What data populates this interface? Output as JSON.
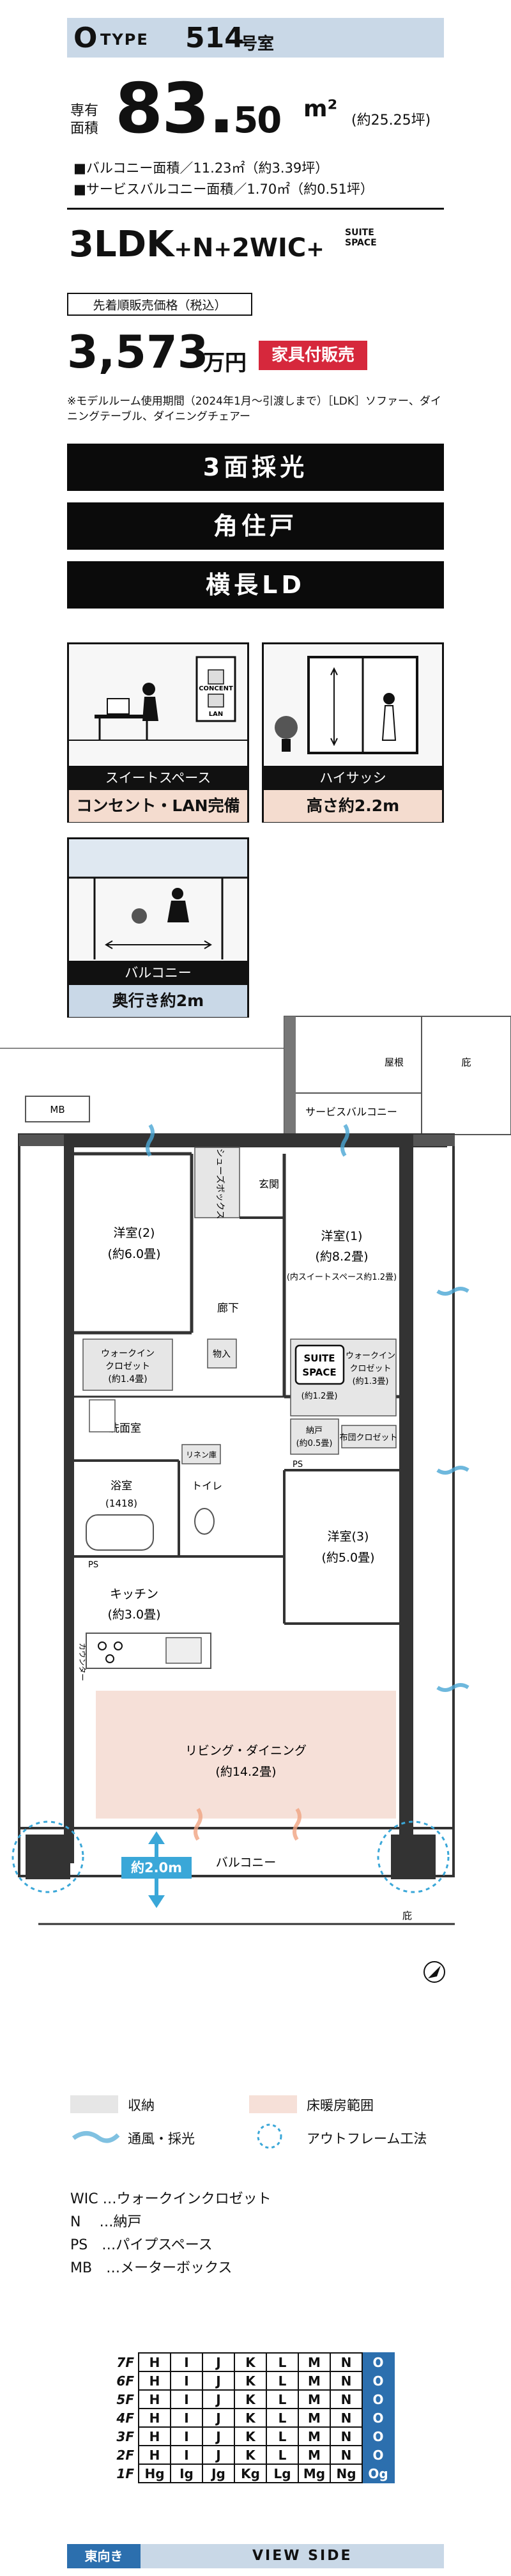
{
  "header": {
    "type_letter": "O",
    "type_label": "TYPE",
    "room_no": "514",
    "room_suffix": "号室"
  },
  "area": {
    "label": "専有面積",
    "value_int": "83.",
    "value_dec": "50",
    "unit": "m²",
    "tsubo": "(約25.25坪)"
  },
  "specs": [
    "■バルコニー面積／11.23㎡（約3.39坪）",
    "■サービスバルコニー面積／1.70㎡（約0.51坪）"
  ],
  "layout": {
    "main": "3LDK",
    "plus1": "+",
    "n": "N",
    "plus2": "+",
    "wic": "2WIC",
    "plus3": "+",
    "suite": "SUITE SPACE"
  },
  "price": {
    "label": "先着順販売価格（税込）",
    "value": "3,573",
    "unit": "万円",
    "badge": "家具付販売",
    "note": "※モデルルーム使用期間（2024年1月〜引渡しまで）［LDK］ソファー、ダイニングテーブル、ダイニングチェアー"
  },
  "features": [
    "3面採光",
    "角住戸",
    "横長LD"
  ],
  "cards": [
    {
      "tag": "スイートスペース",
      "sub": "コンセント・LAN完備",
      "inner1": "CONCENT",
      "inner2": "LAN"
    },
    {
      "tag": "ハイサッシ",
      "sub": "高さ約2.2m"
    },
    {
      "tag": "バルコニー",
      "sub": "奥行き約2m"
    }
  ],
  "plan": {
    "mb": "MB",
    "roof": "屋根",
    "hisashi": "庇",
    "service_balcony": "サービスバルコニー",
    "shoes": "シューズボックス",
    "entrance": "玄関",
    "west_room": "洋室(2)",
    "west_room_size": "(約6.0畳)",
    "room1": "洋室(1)",
    "room1_size": "(約8.2畳)",
    "room1_note": "(内スイートスペース約1.2畳)",
    "hall": "廊下",
    "wic1": "ウォークイン",
    "wic1b": "クロゼット",
    "wic1_size": "(約1.4畳)",
    "storage": "物入",
    "suite1": "SUITE",
    "suite2": "SPACE",
    "suite_size": "(約1.2畳)",
    "wic2": "ウォークイン",
    "wic2b": "クロゼット",
    "wic2_size": "(約1.3畳)",
    "nando": "納戸",
    "nando_size": "(約0.5畳)",
    "futon": "布団クロゼット",
    "ps1": "PS",
    "wash": "洗面室",
    "linen": "リネン庫",
    "bath": "浴室",
    "bath_size": "(1418)",
    "toilet": "トイレ",
    "room3": "洋室(3)",
    "room3_size": "(約5.0畳)",
    "ps2": "PS",
    "counter": "カウンター",
    "kitchen": "キッチン",
    "kitchen_size": "(約3.0畳)",
    "living": "リビング・ダイニング",
    "living_size": "(約14.2畳)",
    "balcony": "バルコニー",
    "depth": "約2.0m",
    "hisashi2": "庇"
  },
  "legend": {
    "storage": "収納",
    "floorheat": "床暖房範囲",
    "wind": "通風・採光",
    "outframe": "アウトフレーム工法"
  },
  "abbr": [
    "WIC …ウォークインクロゼット",
    "N　 …納戸",
    "PS　…パイプスペース",
    "MB　…メーターボックス"
  ],
  "view": {
    "floors": [
      "7F",
      "6F",
      "5F",
      "4F",
      "3F",
      "2F",
      "1F"
    ],
    "upper": [
      "H",
      "I",
      "J",
      "K",
      "L",
      "M",
      "N",
      "O"
    ],
    "ground": [
      "Hg",
      "Ig",
      "Jg",
      "Kg",
      "Lg",
      "Mg",
      "Ng",
      "Og"
    ],
    "highlight_col": 7,
    "east": "東向き",
    "label": "VIEW SIDE"
  },
  "colors": {
    "type_bar": "#c9d8e7",
    "accent_blue": "#2c6fae",
    "badge_red": "#d6283c",
    "floorheat": "#f6e0d8",
    "storage": "#e6e6e6"
  }
}
